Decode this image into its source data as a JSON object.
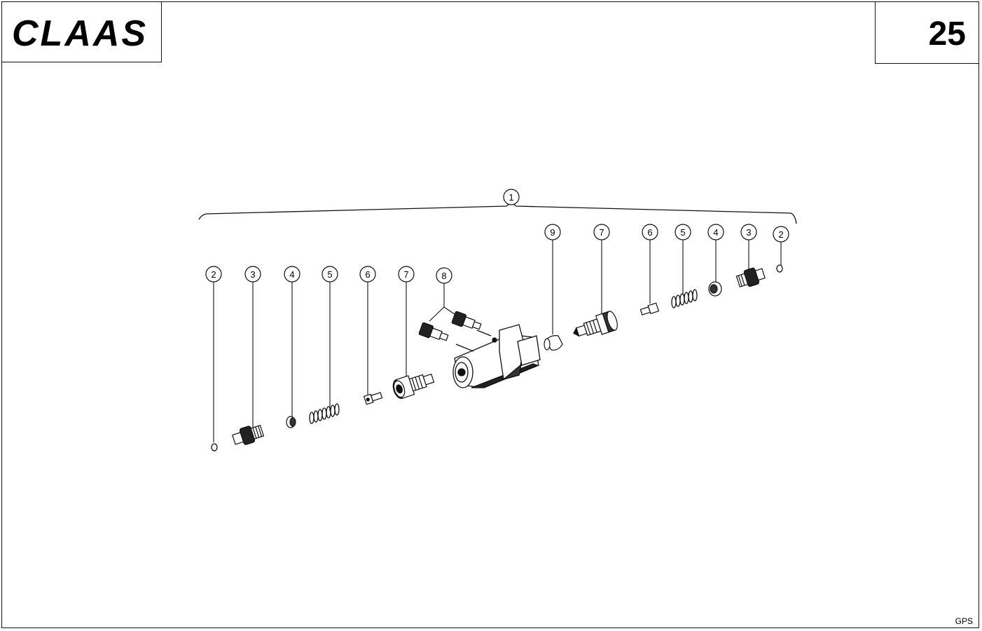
{
  "header": {
    "brand": "CLAAS",
    "page_number": "25"
  },
  "footer": {
    "code": "GPS"
  },
  "diagram": {
    "assembly_label": "1",
    "left_group_labels": [
      "2",
      "3",
      "4",
      "5",
      "6",
      "7",
      "8"
    ],
    "right_group_labels": [
      "9",
      "7",
      "6",
      "5",
      "4",
      "3",
      "2"
    ]
  }
}
